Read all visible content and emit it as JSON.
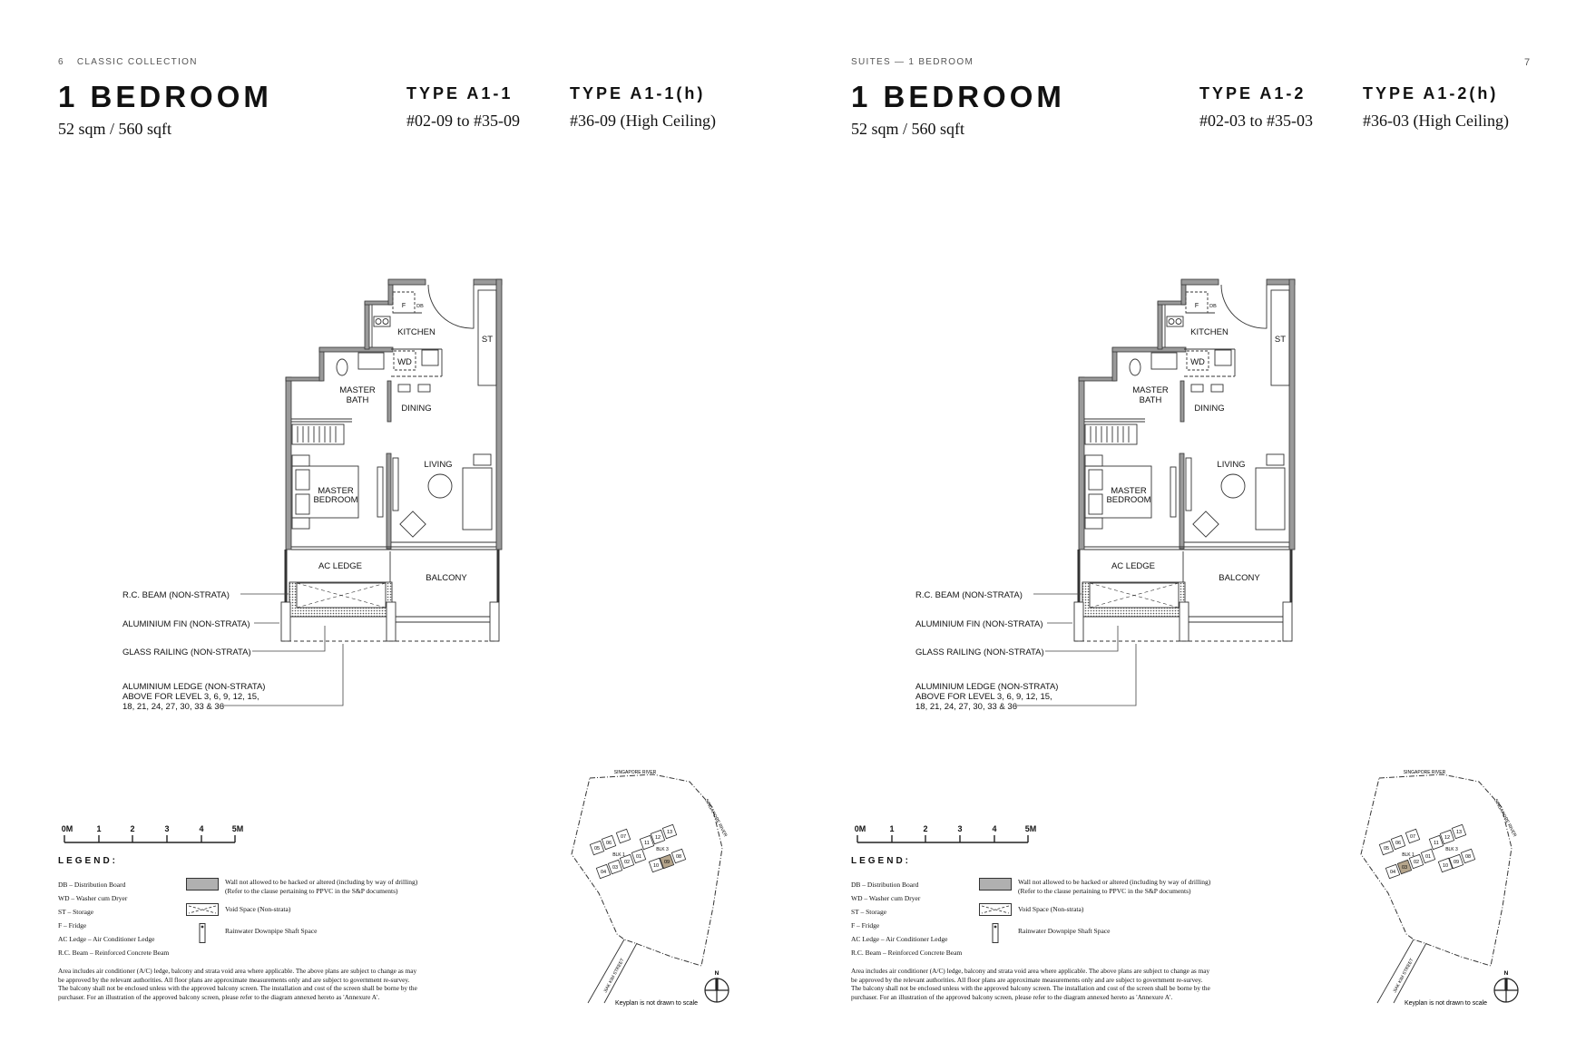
{
  "pages": [
    {
      "header_num": "6",
      "header_section": "CLASSIC COLLECTION",
      "title": "1 BEDROOM",
      "area": "52 sqm / 560 sqft",
      "types": [
        {
          "name": "TYPE A1-1",
          "units": "#02-09 to #35-09"
        },
        {
          "name": "TYPE A1-1(h)",
          "units": "#36-09 (High Ceiling)"
        }
      ],
      "highlight_unit": "09"
    },
    {
      "header_section": "SUITES — 1 BEDROOM",
      "page_number": "7",
      "title": "1 BEDROOM",
      "area": "52 sqm / 560 sqft",
      "types": [
        {
          "name": "TYPE A1-2",
          "units": "#02-03 to #35-03"
        },
        {
          "name": "TYPE A1-2(h)",
          "units": "#36-03 (High Ceiling)"
        }
      ],
      "highlight_unit": "03"
    }
  ],
  "plan": {
    "f": "F",
    "db": "DB",
    "kitchen": "KITCHEN",
    "st": "ST",
    "wd": "WD",
    "master_bath_1": "MASTER",
    "master_bath_2": "BATH",
    "dining": "DINING",
    "living": "LIVING",
    "master_bedroom_1": "MASTER",
    "master_bedroom_2": "BEDROOM",
    "ac_ledge": "AC LEDGE",
    "balcony": "BALCONY",
    "rc_beam": "R.C. BEAM (NON-STRATA)",
    "al_fin": "ALUMINIUM FIN (NON-STRATA)",
    "glass_railing": "GLASS RAILING (NON-STRATA)",
    "al_ledge_1": "ALUMINIUM LEDGE (NON-STRATA)",
    "al_ledge_2": "ABOVE FOR LEVEL 3, 6, 9, 12, 15,",
    "al_ledge_3": "18, 21, 24, 27, 30, 33 & 36"
  },
  "scale_bar": [
    "0M",
    "1",
    "2",
    "3",
    "4",
    "5M"
  ],
  "legend": {
    "title": "LEGEND:",
    "abbreviations": [
      "DB – Distribution Board",
      "WD – Washer cum Dryer",
      "ST – Storage",
      "F – Fridge",
      "AC Ledge – Air Conditioner Ledge",
      "R.C. Beam – Reinforced Concrete Beam"
    ],
    "symbols": {
      "wall_1": "Wall not allowed to be hacked or altered (including by way of drilling)",
      "wall_2": "(Refer to the clause pertaining to PPVC in the S&P documents)",
      "void": "Void Space (Non-strata)",
      "downpipe": "Rainwater Downpipe Shaft Space"
    }
  },
  "disclaimer": "Area includes air conditioner (A/C) ledge, balcony and strata void area where applicable. The above plans are subject to change as may be approved by the relevant authorities. All floor plans are approximate measurements only and are subject to government re-survey. The balcony shall not be enclosed unless with the approved balcony screen. The installation and cost of the screen shall be borne by the purchaser. For an illustration of the approved balcony screen, please refer to the diagram annexed hereto as 'Annexure A'.",
  "keyplan": {
    "river_top": "SINGAPORE RIVER",
    "river_right": "SINGAPORE RIVER",
    "street": "JIAK KIM STREET",
    "block1": "BLK 1",
    "block3": "BLK 3",
    "block1_units": [
      "05",
      "06",
      "07",
      "04",
      "03",
      "02",
      "01"
    ],
    "block3_units": [
      "11",
      "12",
      "13",
      "10",
      "09",
      "08"
    ],
    "north": "N",
    "note": "Keyplan is not drawn to scale",
    "highlight_color": "#b5a58c"
  }
}
